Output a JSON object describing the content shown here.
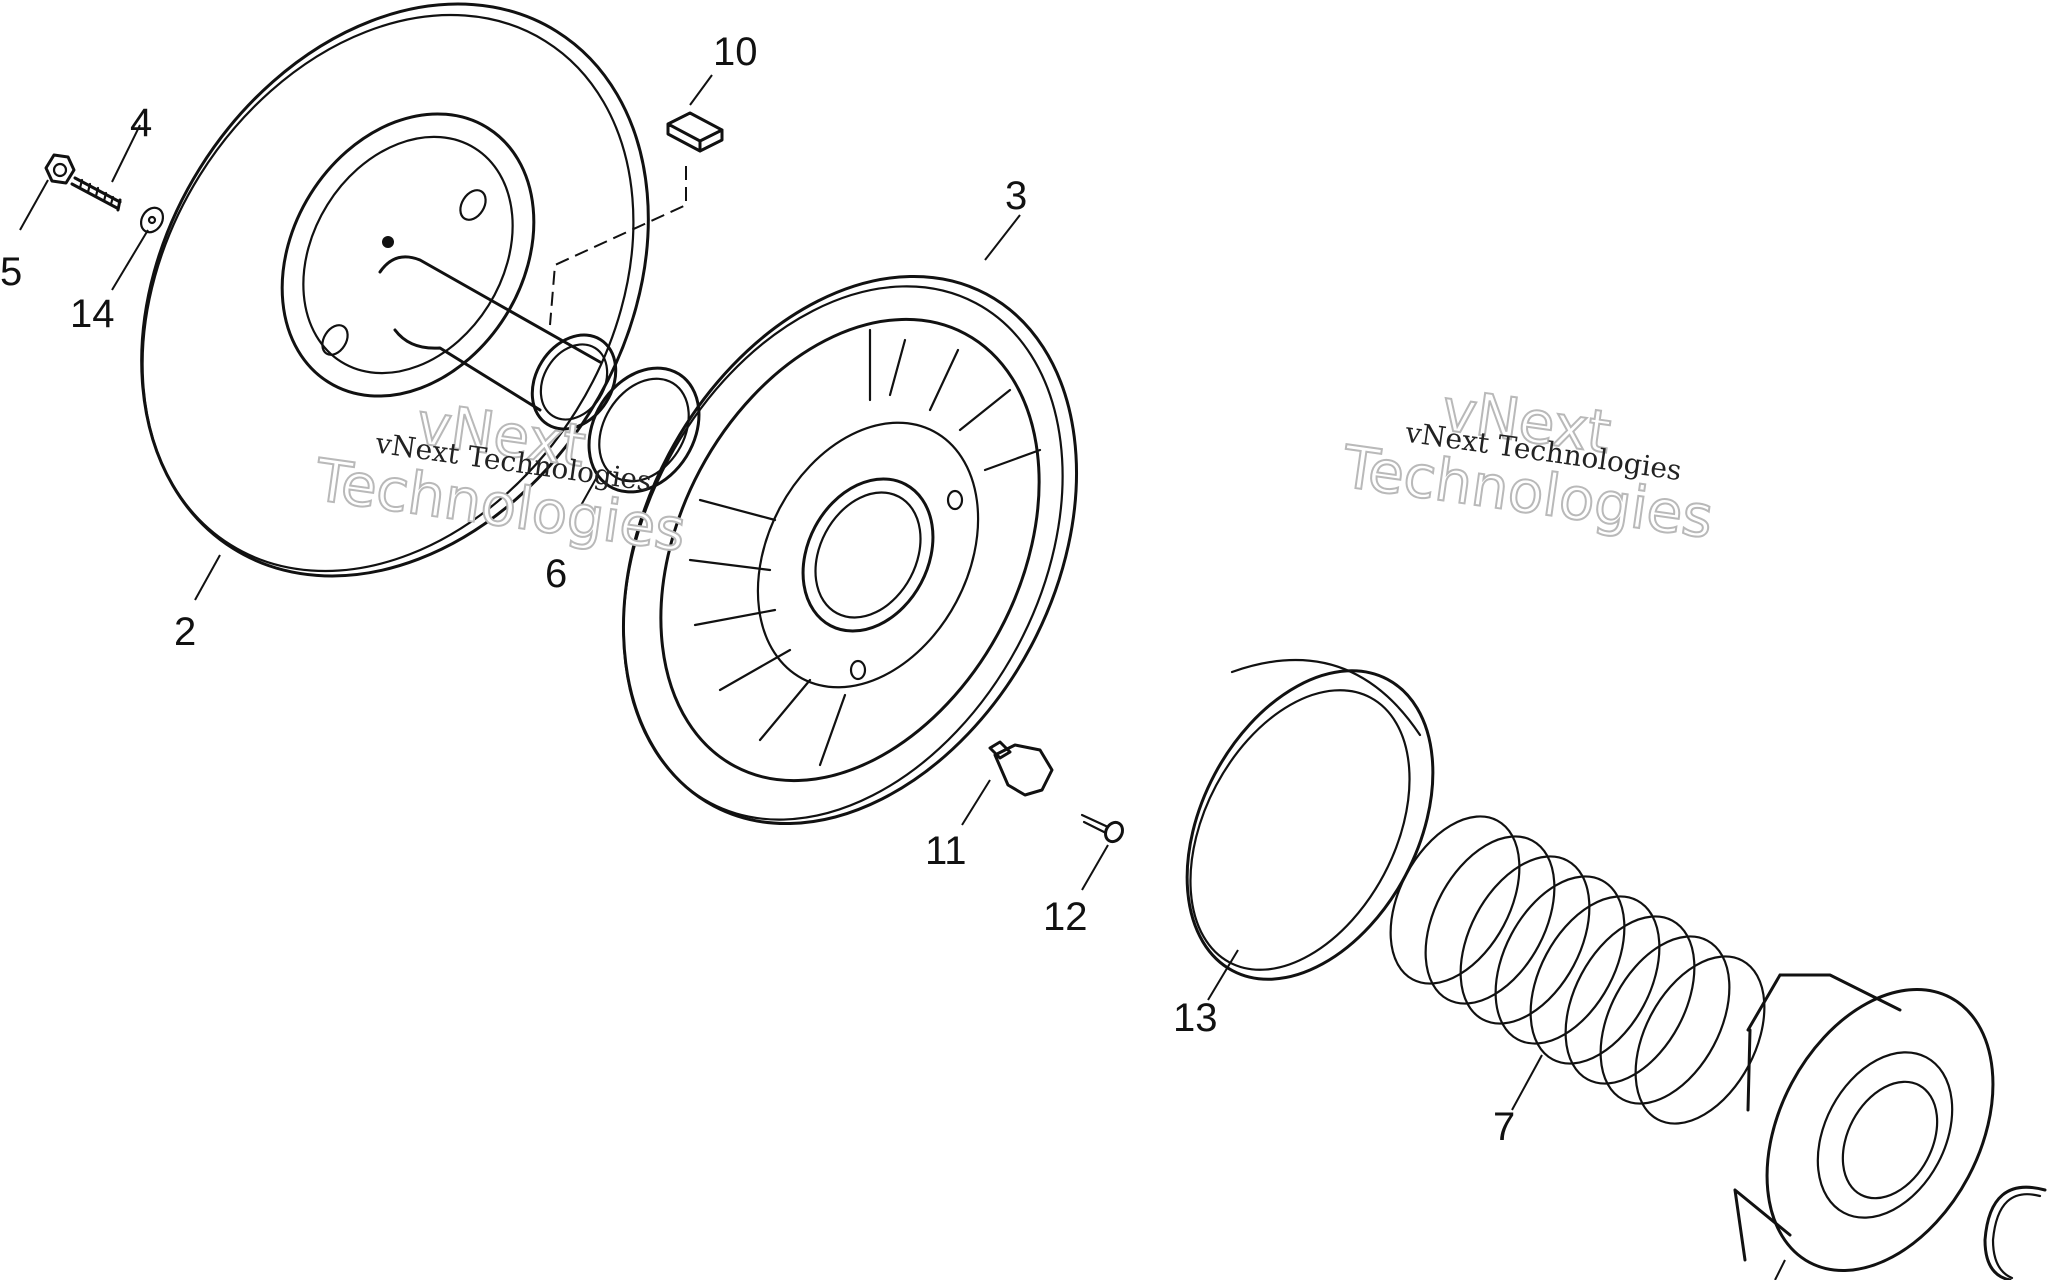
{
  "diagram": {
    "callouts": {
      "c2": "2",
      "c3": "3",
      "c4": "4",
      "c5": "5",
      "c6": "6",
      "c7": "7",
      "c10": "10",
      "c11": "11",
      "c12": "12",
      "c13": "13",
      "c14": "14"
    },
    "watermarks": {
      "left_caption": "vNext Technologies",
      "left_big_1": "vNext",
      "left_big_2": "Technologies",
      "right_caption": "vNext Technologies",
      "right_big_1": "vNext",
      "right_big_2": "Technologies"
    },
    "colors": {
      "line": "#111111",
      "watermark_outline": "#b9b9b9",
      "background": "#ffffff"
    }
  }
}
